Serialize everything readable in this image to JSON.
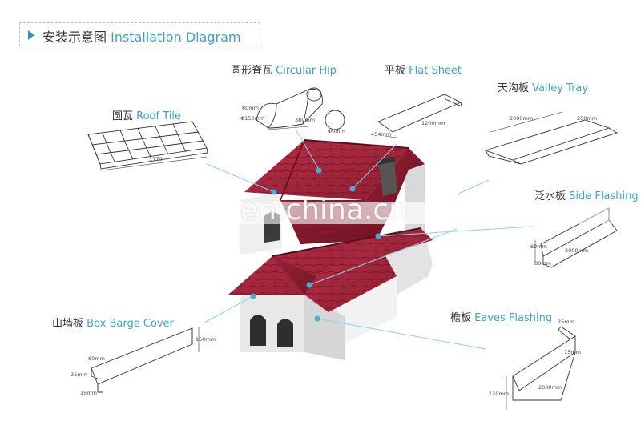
{
  "header": {
    "zh": "安装示意图",
    "en": "Installation Diagram"
  },
  "labels": {
    "roof_tile": {
      "zh": "圆瓦",
      "en": "Roof Tile"
    },
    "circular_hip": {
      "zh": "圆形脊瓦",
      "en": "Circular Hip"
    },
    "flat_sheet": {
      "zh": "平板",
      "en": "Flat Sheet"
    },
    "valley_tray": {
      "zh": "天沟板",
      "en": "Valley Tray"
    },
    "side_flashing": {
      "zh": "泛水板",
      "en": "Side Flashing"
    },
    "box_barge_cover": {
      "zh": "山墙板",
      "en": "Box Barge Cover"
    },
    "eaves_flashing": {
      "zh": "檐板",
      "en": "Eaves Flashing"
    }
  },
  "dimensions": {
    "roof_tile_length": "1170",
    "hip_height": "80mm",
    "hip_diameter": "Φ150mm",
    "hip_length": "380mm",
    "hip_end": "Φ0mm",
    "flat_width": "454mm",
    "flat_length": "1200mm",
    "valley_length": "2000mm",
    "valley_width": "200mm",
    "side_a": "60mm",
    "side_b": "30mm",
    "side_length": "2000mm",
    "barge_top": "60mm",
    "barge_mid": "25mm",
    "barge_bottom": "15mm",
    "barge_height": "150mm",
    "eaves_top": "25mm",
    "eaves_mid": "15mm",
    "eaves_height": "120mm",
    "eaves_length": "2000mm"
  },
  "watermark": "en.china.cn",
  "colors": {
    "accent": "#3aa3c7",
    "roof": "#a5243a",
    "wall": "#eeeeee"
  }
}
